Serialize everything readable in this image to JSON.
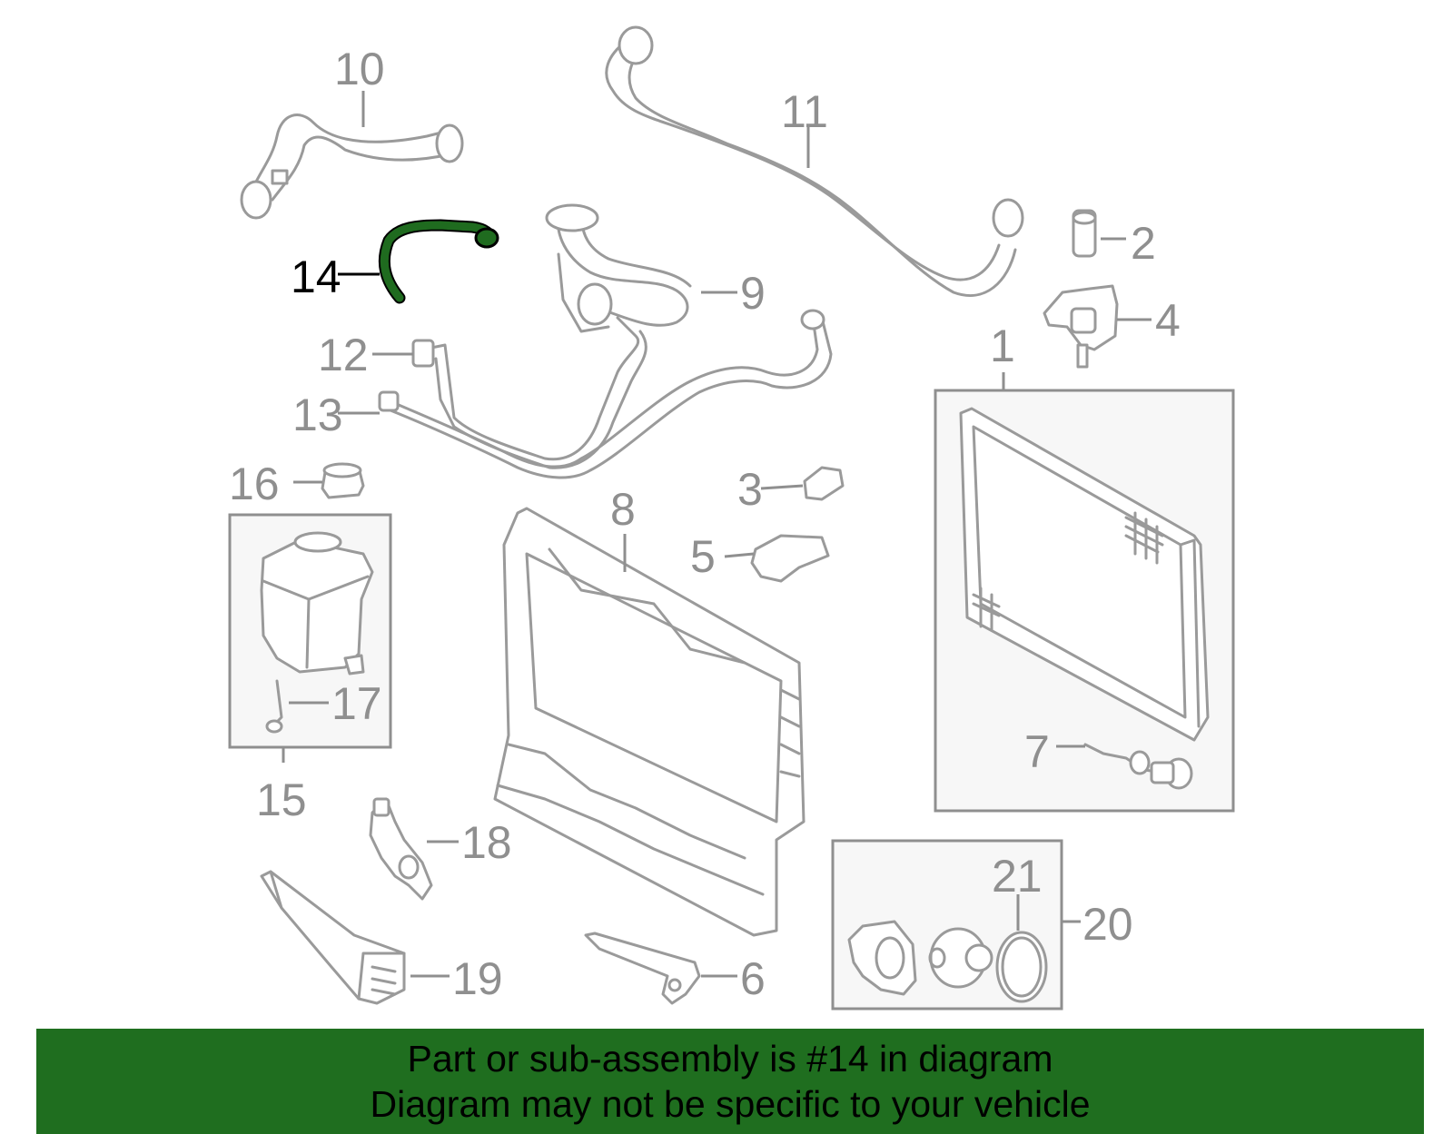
{
  "diagram": {
    "highlighted_part": "14",
    "colors": {
      "highlight": "#1f6b1f",
      "banner": "#1f6e1f",
      "line": "#9a9a9a"
    },
    "callouts": [
      {
        "id": "c1",
        "text": "1"
      },
      {
        "id": "c2",
        "text": "2"
      },
      {
        "id": "c3",
        "text": "3"
      },
      {
        "id": "c4",
        "text": "4"
      },
      {
        "id": "c5",
        "text": "5"
      },
      {
        "id": "c6",
        "text": "6"
      },
      {
        "id": "c7",
        "text": "7"
      },
      {
        "id": "c8",
        "text": "8"
      },
      {
        "id": "c9",
        "text": "9"
      },
      {
        "id": "c10",
        "text": "10"
      },
      {
        "id": "c11",
        "text": "11"
      },
      {
        "id": "c12",
        "text": "12"
      },
      {
        "id": "c13",
        "text": "13"
      },
      {
        "id": "c14",
        "text": "14"
      },
      {
        "id": "c15",
        "text": "15"
      },
      {
        "id": "c16",
        "text": "16"
      },
      {
        "id": "c17",
        "text": "17"
      },
      {
        "id": "c18",
        "text": "18"
      },
      {
        "id": "c19",
        "text": "19"
      },
      {
        "id": "c20",
        "text": "20"
      },
      {
        "id": "c21",
        "text": "21"
      }
    ]
  },
  "banner": {
    "line1": "Part or sub-assembly is #14 in diagram",
    "line2": "Diagram may not be specific to your vehicle"
  }
}
